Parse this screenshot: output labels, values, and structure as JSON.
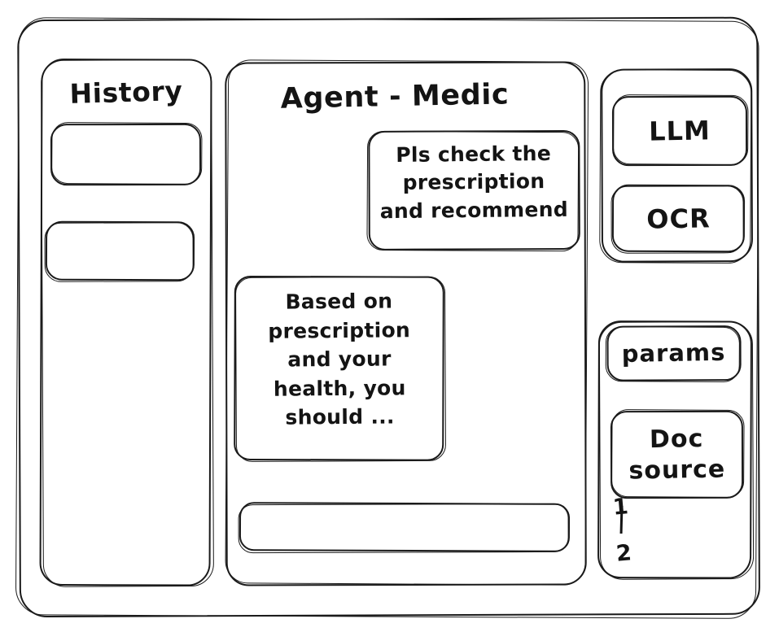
{
  "window": {
    "frame_label": "app-window"
  },
  "sidebar_left": {
    "title": "History",
    "items": [
      {
        "label": "",
        "name": "history-item-1"
      },
      {
        "label": "",
        "name": "history-item-2"
      }
    ]
  },
  "main": {
    "title": "Agent - Medic",
    "messages": [
      {
        "role": "user",
        "text": "Pls check the\nprescription\nand recommend"
      },
      {
        "role": "assistant",
        "text": "Based on\nprescription\nand your\nhealth, you\nshould ..."
      }
    ],
    "composer": {
      "value": "",
      "placeholder": ""
    }
  },
  "sidebar_right": {
    "group_models": {
      "items": [
        {
          "label": "LLM",
          "name": "llm-button"
        },
        {
          "label": "OCR",
          "name": "ocr-button"
        }
      ]
    },
    "group_config": {
      "items": [
        {
          "label": "params",
          "name": "params-button"
        },
        {
          "label": "Doc\nsource",
          "name": "doc-source-button"
        }
      ],
      "source_list": [
        {
          "label": "1"
        },
        {
          "label": "2"
        }
      ]
    }
  },
  "style": {
    "stroke": "#1a1a1a",
    "background": "#ffffff"
  }
}
